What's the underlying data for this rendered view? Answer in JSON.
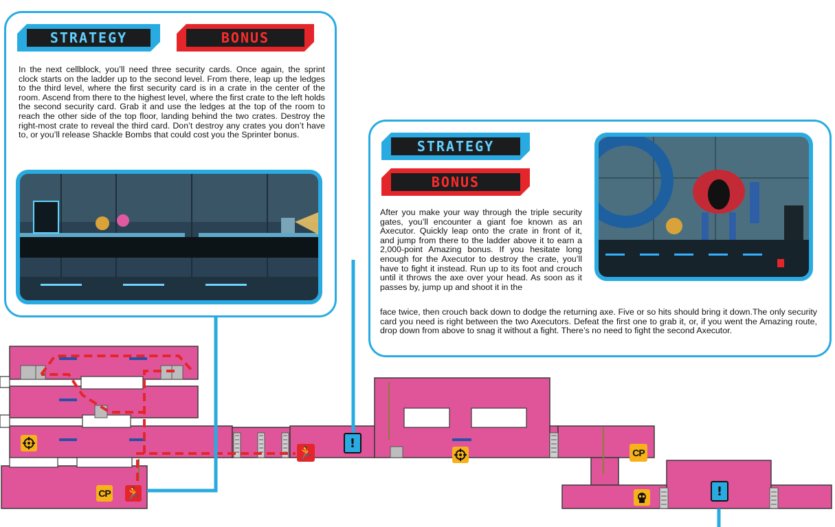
{
  "panel_top_left": {
    "strategy_label": "STRATEGY",
    "bonus_label": "BONUS",
    "text": "In the next cellblock, you’ll need three security cards. Once again, the sprint clock starts on the ladder up to the second level. From there, leap up the ledges to the third level, where the first security card is in a crate in the center of the room. Ascend from there to the highest level, where the first crate to the left holds the second security card. Grab it and use the ledges at the top of the room to reach the other side of the top floor, landing behind the two crates. Destroy the right-most crate to reveal the third card. Don’t destroy any crates you don’t have to, or you’ll release Shackle Bombs that could cost you the Sprinter bonus."
  },
  "panel_right": {
    "strategy_label": "STRATEGY",
    "bonus_label": "BONUS",
    "text_wrapped": "After you make your way through the triple security gates, you’ll encounter a giant foe known as an Axecutor. Quickly leap onto the crate in front of it, and jump from there to the ladder above it to earn a 2,000-point Amazing bonus. If you hesitate long enough for the Axecutor to destroy the crate, you’ll have to fight it instead. Run up to its foot and crouch until it throws the axe over your head. As soon as it passes by, jump up and shoot it in the",
    "text_full": "face twice, then crouch back down to dodge the returning axe. Five or so hits should bring it down.The only security card you need is right between the two Axecutors. Defeat the first one to grab it, or, if you went the Amazing route, drop down from above to snag it without a fight. There’s no need to fight the second Axecutor."
  },
  "map_icons": {
    "checkpoint_label": "CP",
    "runner_glyph": "🏃",
    "alert_glyph": "!"
  },
  "colors": {
    "accent_blue": "#29abe2",
    "accent_red": "#e4262a",
    "map_pink": "#e0559a",
    "path_red": "#e4262a",
    "icon_yellow": "#f7b21a"
  }
}
